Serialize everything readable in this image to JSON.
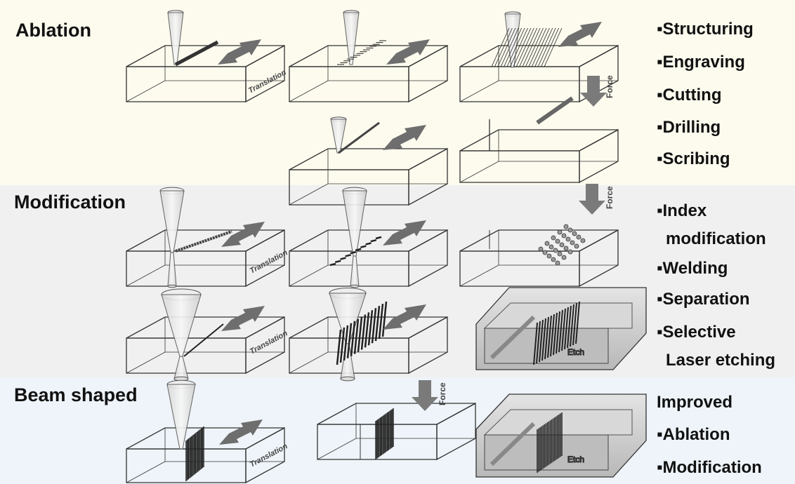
{
  "sections": [
    {
      "title": "Ablation",
      "items": [
        "Structuring",
        "Engraving",
        "Cutting",
        "Drilling",
        "Scribing"
      ]
    },
    {
      "title": "Modification",
      "items": [
        "Index",
        "modification",
        "Welding",
        "Separation",
        "Selective",
        "Laser etching"
      ]
    },
    {
      "title": "Beam shaped",
      "items": [
        "Improved",
        "Ablation",
        "Modification"
      ]
    }
  ],
  "labels": {
    "translation": "Translation",
    "force": "Force",
    "etch": "Etch"
  },
  "colors": {
    "ablation_band": "#fdfbee",
    "modification_band": "#f0f0f0",
    "beam_band": "#eef4f9",
    "arrow": "#6e6e6e"
  }
}
